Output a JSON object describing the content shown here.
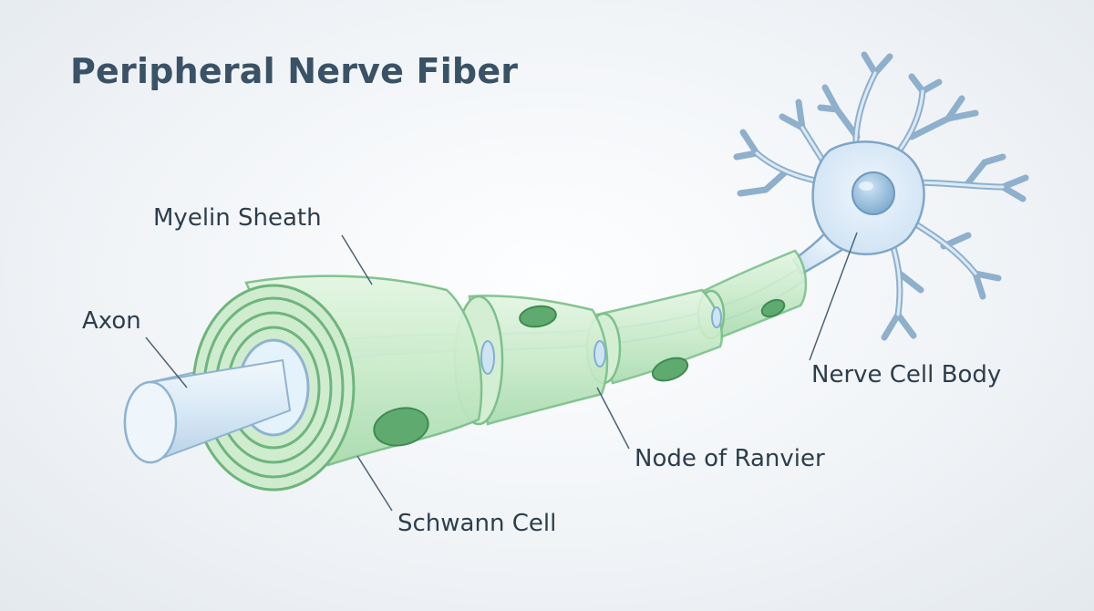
{
  "diagram": {
    "title": "Peripheral Nerve Fiber",
    "labels": {
      "myelin_sheath": "Myelin Sheath",
      "axon": "Axon",
      "nerve_cell_body": "Nerve Cell Body",
      "node_of_ranvier": "Node of Ranvier",
      "schwann_cell": "Schwann Cell"
    },
    "colors": {
      "title": "#3a5266",
      "label_text": "#2d3e4c",
      "myelin_fill": "#c9ebc9",
      "myelin_stroke": "#7cc08a",
      "schwann_nucleus": "#5faa6e",
      "axon_fill": "#d8e9f6",
      "neuron_fill": "#dbeaf7",
      "neuron_stroke": "#7fa6c6",
      "neuron_nucleus": "#8fb8d9",
      "leader_line": "#4f6373"
    }
  }
}
